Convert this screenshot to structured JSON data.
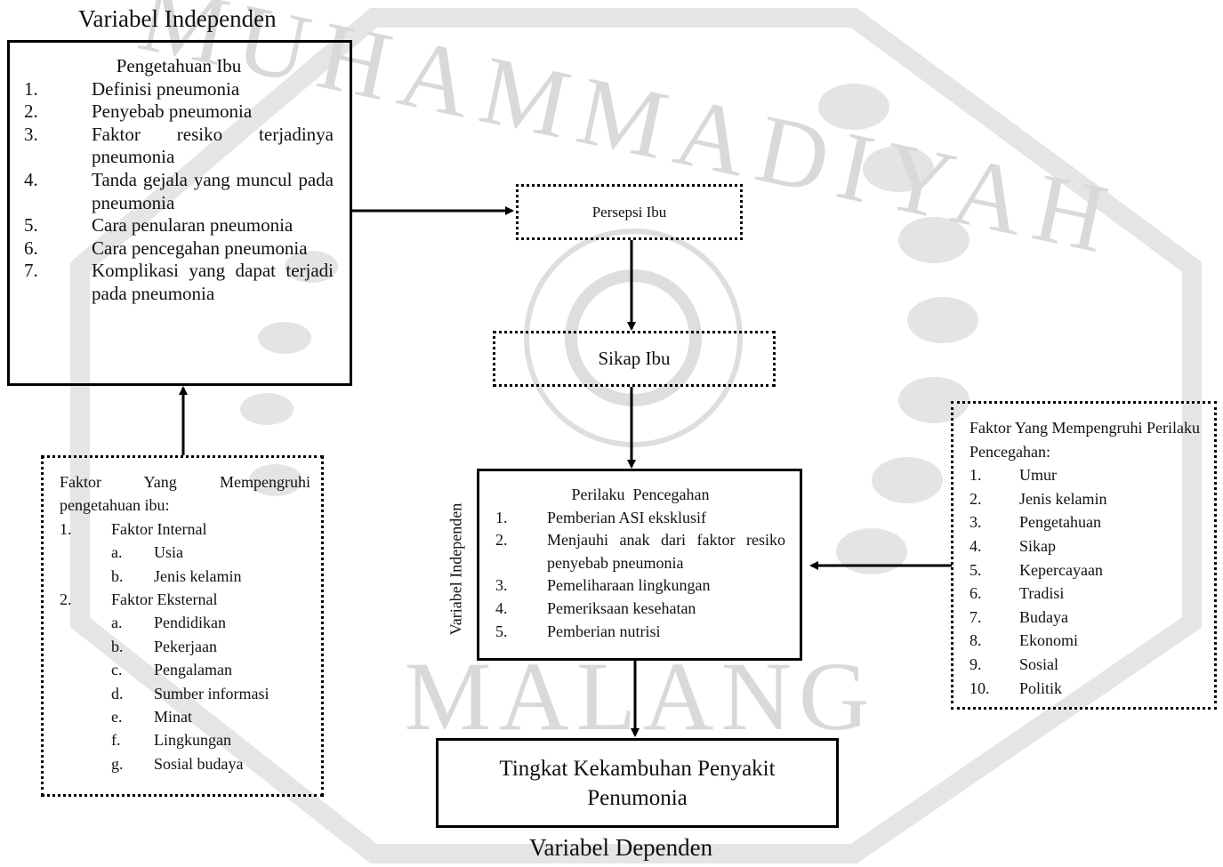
{
  "labels": {
    "variabel_independen_top": "Variabel Independen",
    "variabel_independen_side": "Variabel Independen",
    "variabel_dependen": "Variabel Dependen"
  },
  "pengetahuan_box": {
    "title": "Pengetahuan Ibu",
    "items": [
      {
        "num": "1.",
        "text": "Definisi pneumonia"
      },
      {
        "num": "2.",
        "text": "Penyebab pneumonia"
      },
      {
        "num": "3.",
        "text": "Faktor resiko terjadinya pneumonia"
      },
      {
        "num": "4.",
        "text": "Tanda gejala yang muncul pada pneumonia"
      },
      {
        "num": "5.",
        "text": "Cara penularan pneumonia"
      },
      {
        "num": "6.",
        "text": "Cara pencegahan pneumonia"
      },
      {
        "num": "7.",
        "text": "Komplikasi yang dapat terjadi pada pneumonia"
      }
    ]
  },
  "faktor_pengetahuan_box": {
    "title": "Faktor Yang Mempengruhi pengetahuan ibu:",
    "groups": [
      {
        "num": "1.",
        "label": "Faktor Internal",
        "items": [
          {
            "num": "a.",
            "text": "Usia"
          },
          {
            "num": "b.",
            "text": "Jenis kelamin"
          }
        ]
      },
      {
        "num": "2.",
        "label": "Faktor Eksternal",
        "items": [
          {
            "num": "a.",
            "text": "Pendidikan"
          },
          {
            "num": "b.",
            "text": "Pekerjaan"
          },
          {
            "num": "c.",
            "text": "Pengalaman"
          },
          {
            "num": "d.",
            "text": "Sumber informasi"
          },
          {
            "num": "e.",
            "text": "Minat"
          },
          {
            "num": "f.",
            "text": "Lingkungan"
          },
          {
            "num": "g.",
            "text": "Sosial budaya"
          }
        ]
      }
    ]
  },
  "persepsi_box": {
    "title": "Persepsi Ibu"
  },
  "sikap_box": {
    "title": "Sikap Ibu"
  },
  "perilaku_box": {
    "title": "Perilaku  Pencegahan",
    "items": [
      {
        "num": "1.",
        "text": "Pemberian ASI eksklusif"
      },
      {
        "num": "2.",
        "text": "Menjauhi anak dari faktor resiko penyebab pneumonia"
      },
      {
        "num": "3.",
        "text": "Pemeliharaan lingkungan"
      },
      {
        "num": "4.",
        "text": "Pemeriksaan kesehatan"
      },
      {
        "num": "5.",
        "text": "Pemberian nutrisi"
      }
    ]
  },
  "faktor_perilaku_box": {
    "title": "Faktor Yang Mempengruhi Perilaku Pencegahan:",
    "items": [
      {
        "num": "1.",
        "text": "Umur"
      },
      {
        "num": "2.",
        "text": "Jenis kelamin"
      },
      {
        "num": "3.",
        "text": "Pengetahuan"
      },
      {
        "num": "4.",
        "text": "Sikap"
      },
      {
        "num": "5.",
        "text": "Kepercayaan"
      },
      {
        "num": "6.",
        "text": "Tradisi"
      },
      {
        "num": "7.",
        "text": "Budaya"
      },
      {
        "num": "8.",
        "text": "Ekonomi"
      },
      {
        "num": "9.",
        "text": "Sosial"
      },
      {
        "num": "10.",
        "text": "Politik"
      }
    ]
  },
  "dependen_box": {
    "title": "Tingkat Kekambuhan Penyakit Penumonia"
  },
  "watermark": {
    "text_top": "MUHAMMADIYAH",
    "text_bottom": "MALANG",
    "color": "#d9d9d9"
  }
}
